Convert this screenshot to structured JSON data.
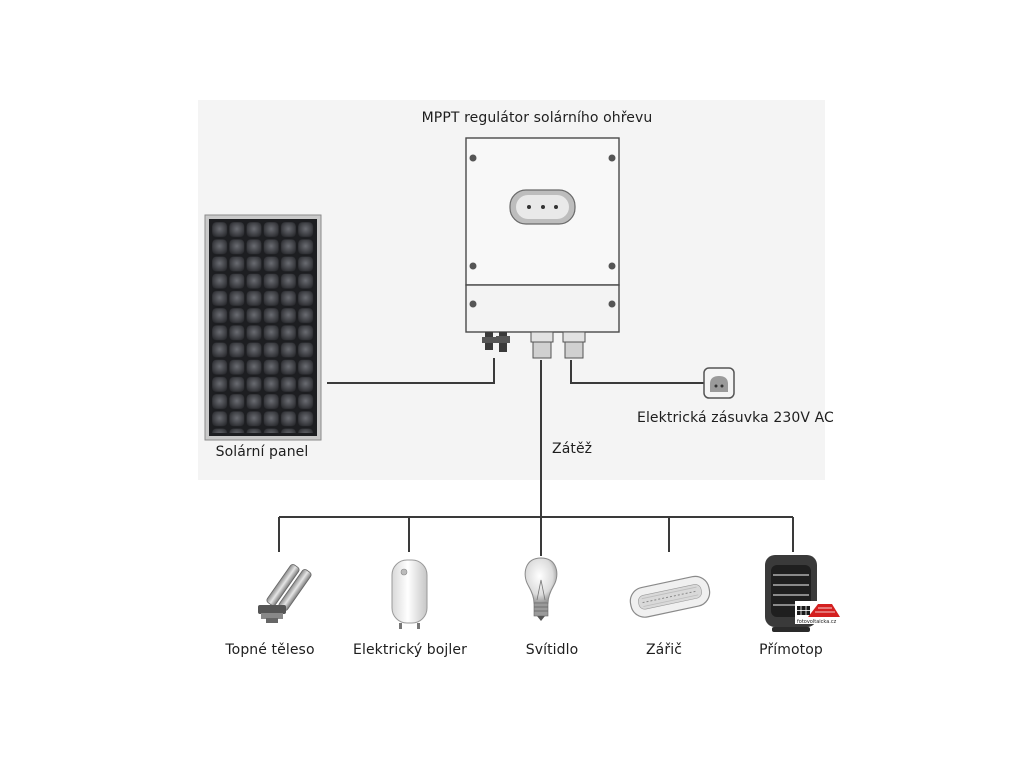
{
  "controller": {
    "title": "MPPT regulátor solárního ohřevu"
  },
  "solar_panel": {
    "label": "Solární panel"
  },
  "socket": {
    "label": "Elektrická zásuvka 230V AC"
  },
  "load": {
    "label": "Zátěž"
  },
  "appliances": [
    {
      "label": "Topné těleso",
      "icon": "heating-element-icon"
    },
    {
      "label": "Elektrický bojler",
      "icon": "water-heater-icon"
    },
    {
      "label": "Svítidlo",
      "icon": "light-bulb-icon"
    },
    {
      "label": "Zářič",
      "icon": "radiant-heater-icon"
    },
    {
      "label": "Přímotop",
      "icon": "convector-heater-icon"
    }
  ],
  "logo": {
    "text": "fotovoltaicka.cz",
    "color": "#d42020"
  },
  "colors": {
    "line": "#3a3a3a",
    "panel": "#2f3034",
    "housing": "#f7f7f7"
  }
}
